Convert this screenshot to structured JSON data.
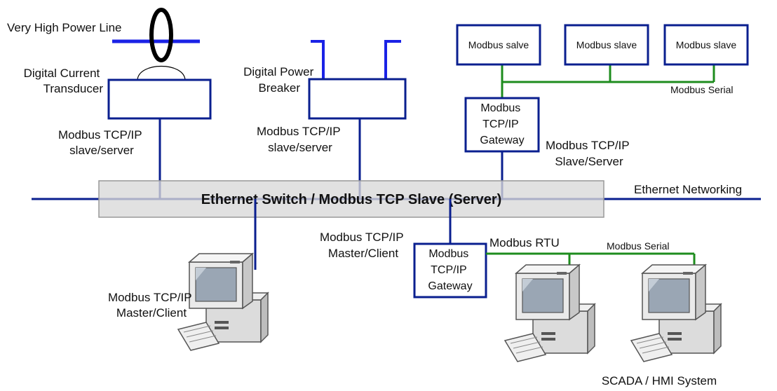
{
  "colors": {
    "ethernet_line": "#0a1f8f",
    "serial_line": "#1e8c1e",
    "power_line": "#1a22e6",
    "box_border": "#0a1f8f",
    "switch_fill": "#d9d9d9",
    "switch_border": "#999999",
    "computer_body": "#e6e6e6",
    "computer_screen": "#9aa6b4"
  },
  "power_line": {
    "label": "Very High Power Line"
  },
  "transducer": {
    "label_lines": [
      "Digital Current",
      "Transducer"
    ],
    "role_lines": [
      "Modbus TCP/IP",
      "slave/server"
    ]
  },
  "breaker": {
    "label_lines": [
      "Digital Power",
      "Breaker"
    ],
    "role_lines": [
      "Modbus TCP/IP",
      "slave/server"
    ]
  },
  "serial_slaves": {
    "devices": [
      "Modbus salve",
      "Modbus slave",
      "Modbus slave"
    ],
    "bus_label": "Modbus Serial"
  },
  "gateway_top": {
    "lines": [
      "Modbus",
      "TCP/IP",
      "Gateway"
    ],
    "role_lines": [
      "Modbus TCP/IP",
      "Slave/Server"
    ]
  },
  "ethernet": {
    "switch_label": "Ethernet Switch / Modbus TCP Slave (Server)",
    "network_label": "Ethernet Networking"
  },
  "master_pc": {
    "role_lines": [
      "Modbus TCP/IP",
      "Master/Client"
    ]
  },
  "gateway_bottom": {
    "lines": [
      "Modbus",
      "TCP/IP",
      "Gateway"
    ],
    "role_lines": [
      "Modbus TCP/IP",
      "Master/Client"
    ]
  },
  "rtu": {
    "label": "Modbus RTU",
    "bus_label": "Modbus Serial"
  },
  "scada": {
    "label": "SCADA / HMI System"
  }
}
